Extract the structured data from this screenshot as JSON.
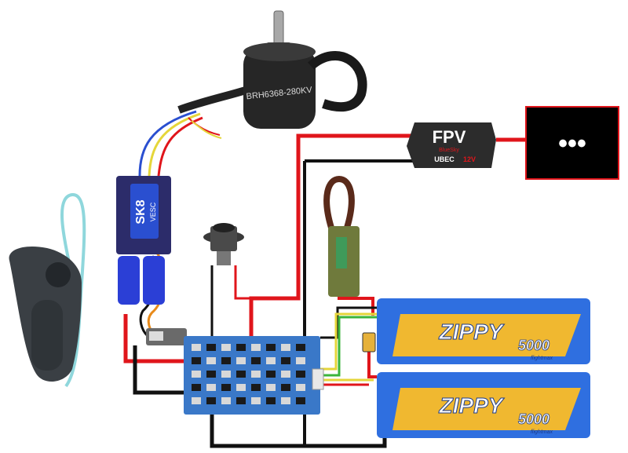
{
  "motor": {
    "label": "BRH6368-280KV"
  },
  "esc": {
    "brand": "VESC",
    "model": "SK8"
  },
  "ubec": {
    "brand": "FPV",
    "sub": "BlueSky",
    "tag": "UBEC",
    "voltage": "12V"
  },
  "display": {
    "text": "•••"
  },
  "batteries": [
    {
      "brand": "ZIPPY",
      "capacity": "5000",
      "sub": "flightmax"
    },
    {
      "brand": "ZIPPY",
      "capacity": "5000",
      "sub": "flightmax"
    }
  ],
  "colors": {
    "red_wire": "#e0151b",
    "black_wire": "#111111",
    "battery_blue": "#2f6fe0",
    "bms_blue": "#3a78c8",
    "remote": "#3a3f44"
  }
}
